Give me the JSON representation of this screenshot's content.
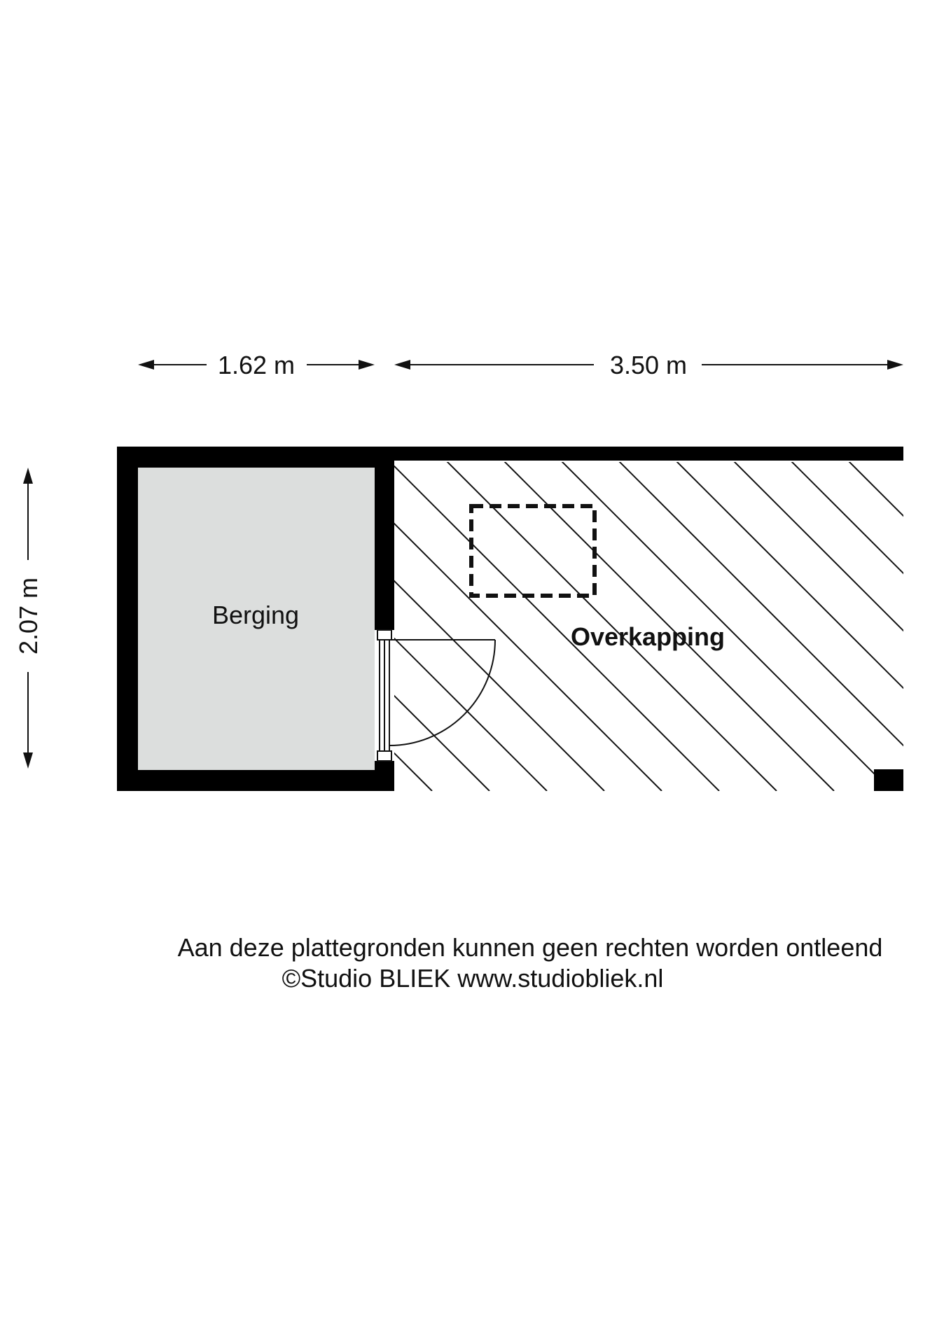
{
  "dimensions": {
    "berging_width": "1.62 m",
    "overkapping_width": "3.50 m",
    "depth": "2.07 m"
  },
  "rooms": {
    "berging": "Berging",
    "overkapping": "Overkapping"
  },
  "footer": {
    "disclaimer": "Aan deze plattegronden kunnen geen rechten worden ontleend",
    "copyright": "©Studio BLIEK www.studiobliek.nl"
  },
  "colors": {
    "wall": "#000000",
    "berging_fill": "#dcdedd",
    "hatch": "#111111",
    "background": "#ffffff"
  }
}
